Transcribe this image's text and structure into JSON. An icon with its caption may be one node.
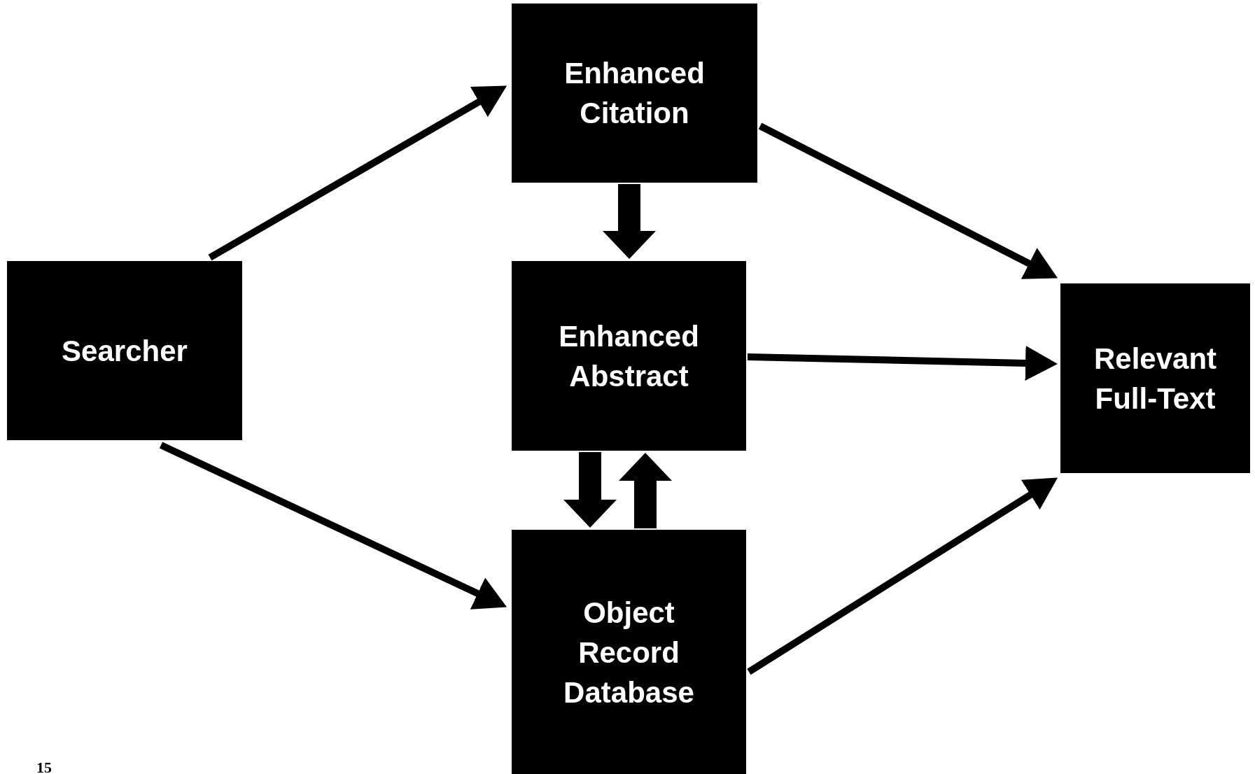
{
  "diagram": {
    "nodes": [
      {
        "text": [
          "Searcher"
        ]
      },
      {
        "text": [
          "Enhanced Citation"
        ]
      },
      {
        "text": [
          "Enhanced Abstract"
        ]
      },
      {
        "text": [
          "Object Record Database"
        ]
      },
      {
        "text": [
          "Relevant Full-Text"
        ]
      }
    ],
    "edges": [
      {
        "from": 0,
        "to": 1,
        "arrow": "to"
      },
      {
        "from": 0,
        "to": 3,
        "arrow": "to"
      },
      {
        "from": 1,
        "to": 2,
        "arrow": "to",
        "style": "thick"
      },
      {
        "from": 2,
        "to": 3,
        "arrow": "to",
        "style": "thick"
      },
      {
        "from": 3,
        "to": 2,
        "arrow": "to",
        "style": "thick"
      },
      {
        "from": 1,
        "to": 4,
        "arrow": "to"
      },
      {
        "from": 2,
        "to": 4,
        "arrow": "to"
      },
      {
        "from": 3,
        "to": 4,
        "arrow": "to"
      }
    ],
    "labels": [
      "15"
    ]
  }
}
